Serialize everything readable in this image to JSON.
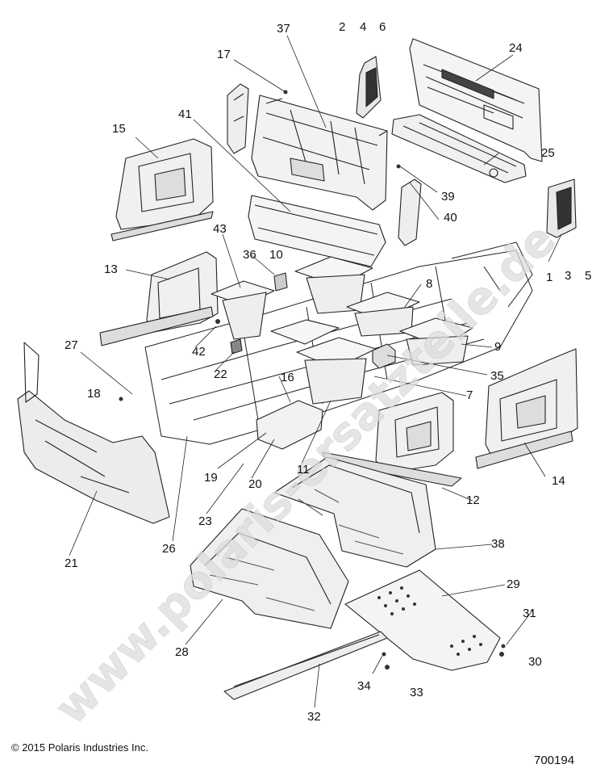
{
  "watermark": "www.polaris-ersatzteile.de",
  "callouts": [
    {
      "label": "37"
    },
    {
      "label": "2"
    },
    {
      "label": "4"
    },
    {
      "label": "6"
    },
    {
      "label": "24"
    },
    {
      "label": "17"
    },
    {
      "label": "41"
    },
    {
      "label": "15"
    },
    {
      "label": "25"
    },
    {
      "label": "39"
    },
    {
      "label": "40"
    },
    {
      "label": "43"
    },
    {
      "label": "36"
    },
    {
      "label": "10"
    },
    {
      "label": "13"
    },
    {
      "label": "1"
    },
    {
      "label": "3"
    },
    {
      "label": "5"
    },
    {
      "label": "8"
    },
    {
      "label": "27"
    },
    {
      "label": "42"
    },
    {
      "label": "9"
    },
    {
      "label": "22"
    },
    {
      "label": "16"
    },
    {
      "label": "35"
    },
    {
      "label": "18"
    },
    {
      "label": "7"
    },
    {
      "label": "11"
    },
    {
      "label": "19"
    },
    {
      "label": "20"
    },
    {
      "label": "12"
    },
    {
      "label": "14"
    },
    {
      "label": "23"
    },
    {
      "label": "26"
    },
    {
      "label": "38"
    },
    {
      "label": "21"
    },
    {
      "label": "29"
    },
    {
      "label": "28"
    },
    {
      "label": "31"
    },
    {
      "label": "30"
    },
    {
      "label": "34"
    },
    {
      "label": "33"
    },
    {
      "label": "32"
    }
  ],
  "footer": {
    "copyright": "© 2015 Polaris Industries Inc.",
    "drawing_number": "700194"
  }
}
